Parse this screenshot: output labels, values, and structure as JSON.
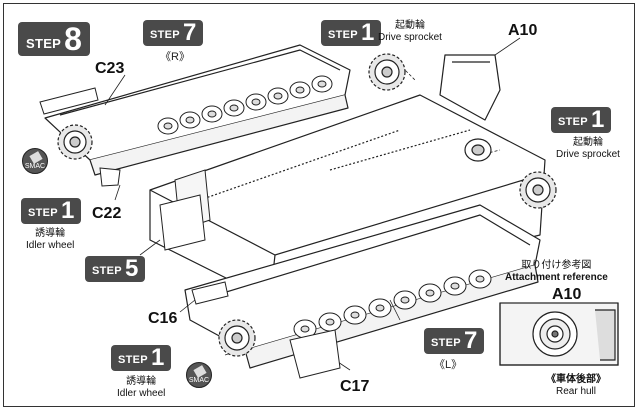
{
  "step_main": {
    "word": "STEP",
    "number": "8"
  },
  "step_r": {
    "word": "STEP",
    "number": "7",
    "side_label": "《R》"
  },
  "step_l": {
    "word": "STEP",
    "number": "7",
    "side_label": "《L》"
  },
  "step_five": {
    "word": "STEP",
    "number": "5"
  },
  "drive_top": {
    "step": {
      "word": "STEP",
      "number": "1"
    },
    "jp": "起動輪",
    "en": "Drive sprocket"
  },
  "drive_right": {
    "step": {
      "word": "STEP",
      "number": "1"
    },
    "jp": "起動輪",
    "en": "Drive sprocket"
  },
  "idler_left": {
    "step": {
      "word": "STEP",
      "number": "1"
    },
    "jp": "誘導輪",
    "en": "Idler wheel"
  },
  "idler_bottom": {
    "step": {
      "word": "STEP",
      "number": "1"
    },
    "jp": "誘導輪",
    "en": "Idler wheel"
  },
  "parts": {
    "c23": "C23",
    "c22": "C22",
    "c16": "C16",
    "c17": "C17",
    "a10": "A10"
  },
  "reference": {
    "jp": "取り付け参考図",
    "en": "Attachment reference",
    "part": "A10",
    "caption_jp": "《車体後部》",
    "caption_en": "Rear hull"
  },
  "warning_icon": {
    "text": "SMAC"
  },
  "colors": {
    "badge": "#4a4a4a",
    "line": "#222222",
    "hull": "#ffffff",
    "wheel": "#e8e8e8"
  }
}
